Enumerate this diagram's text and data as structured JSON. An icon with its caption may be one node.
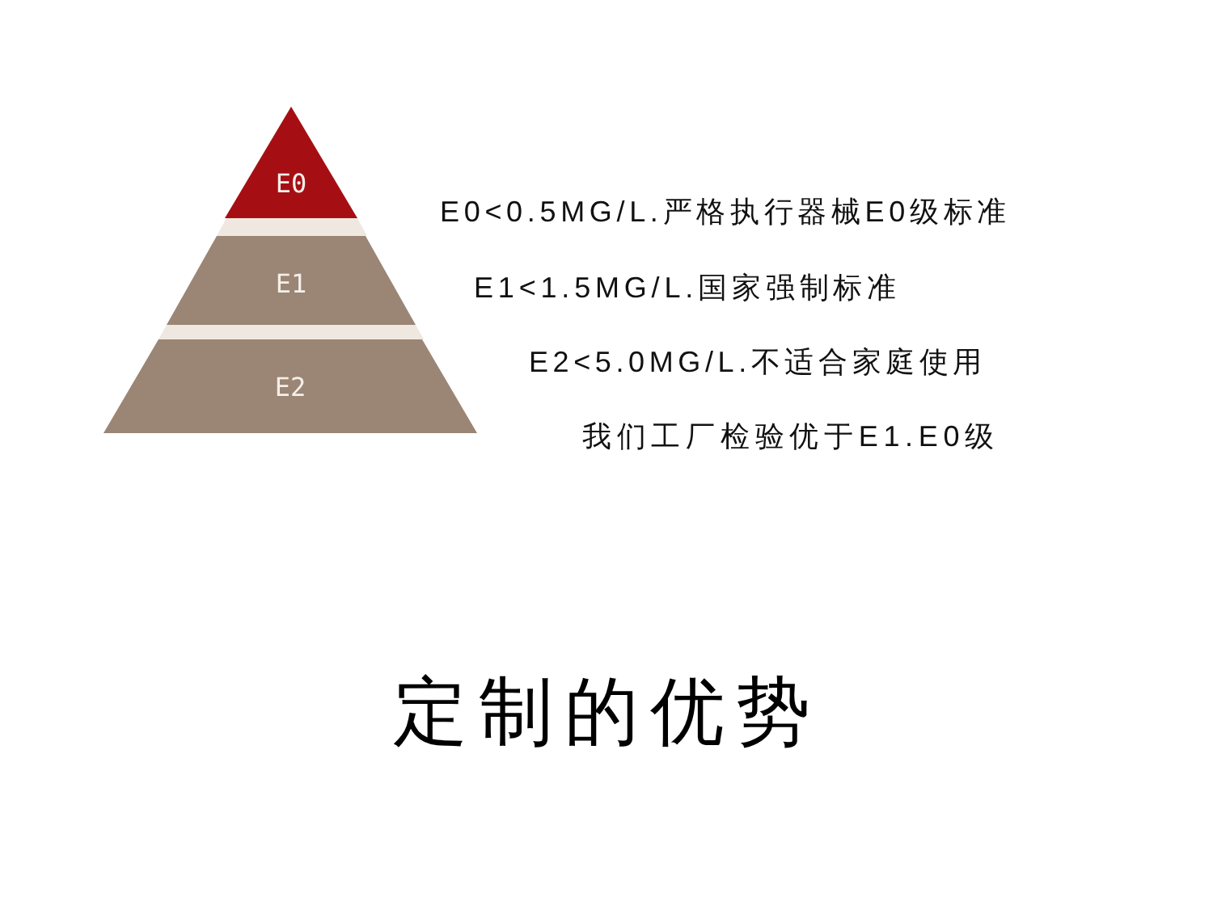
{
  "diagram": {
    "title": "定制的优势",
    "nodes": [
      {
        "text": [
          "E0"
        ]
      },
      {
        "text": [
          "E1"
        ]
      },
      {
        "text": [
          "E2"
        ]
      }
    ],
    "edges": [],
    "labels": [
      "E0<0.5MG/L.严格执行器械E0级标准",
      "E1<1.5MG/L.国家强制标准",
      "E2<5.0MG/L.不适合家庭使用",
      "我们工厂检验优于E1.E0级"
    ]
  }
}
